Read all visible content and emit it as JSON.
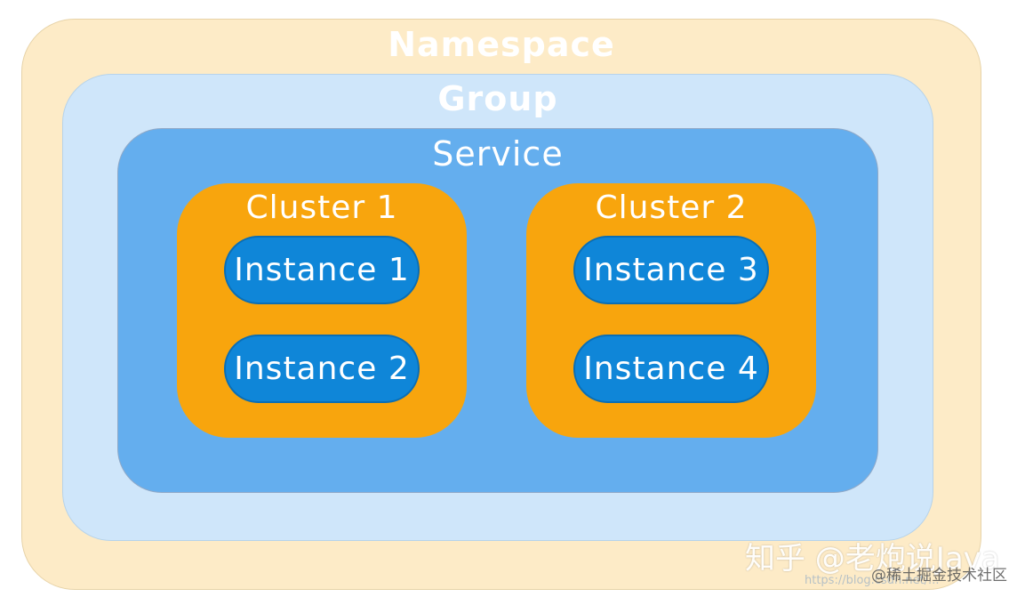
{
  "diagram": {
    "namespace_label": "Namespace",
    "group_label": "Group",
    "service_label": "Service",
    "clusters": [
      {
        "label": "Cluster 1",
        "instances": [
          "Instance 1",
          "Instance 2"
        ]
      },
      {
        "label": "Cluster 2",
        "instances": [
          "Instance 3",
          "Instance 4"
        ]
      }
    ]
  },
  "watermarks": {
    "zhihu": "知乎 @老炮说Java",
    "juejin": "@稀土掘金技术社区",
    "blog": "https://blog.csdn.net/..."
  },
  "colors": {
    "namespace_bg": "#fdebc7",
    "group_bg": "#cfe6fa",
    "service_bg": "#64aeee",
    "cluster_bg": "#f8a50d",
    "instance_bg": "#0f86d8",
    "label_text": "#ffffff"
  }
}
